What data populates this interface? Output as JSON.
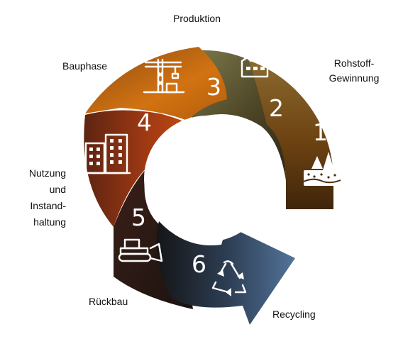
{
  "stages": [
    {
      "number": "1",
      "label": "Rohstoff-\nGewinnung",
      "icon": "raw-material-extraction-icon",
      "color": "#7a4e18"
    },
    {
      "number": "2",
      "label": "Produktion",
      "icon": "factory-icon",
      "color": "#6f6a3a"
    },
    {
      "number": "3",
      "label": "Bauphase",
      "icon": "construction-crane-icon",
      "color": "#c7620e"
    },
    {
      "number": "4",
      "label": "Nutzung\nund\nInstand-\nhaltung",
      "icon": "buildings-icon",
      "color": "#9a3212"
    },
    {
      "number": "5",
      "label": "Rückbau",
      "icon": "bulldozer-icon",
      "color": "#2a1a14"
    },
    {
      "number": "6",
      "label": "Recycling",
      "icon": "recycling-icon",
      "color": "#3d5978"
    }
  ]
}
